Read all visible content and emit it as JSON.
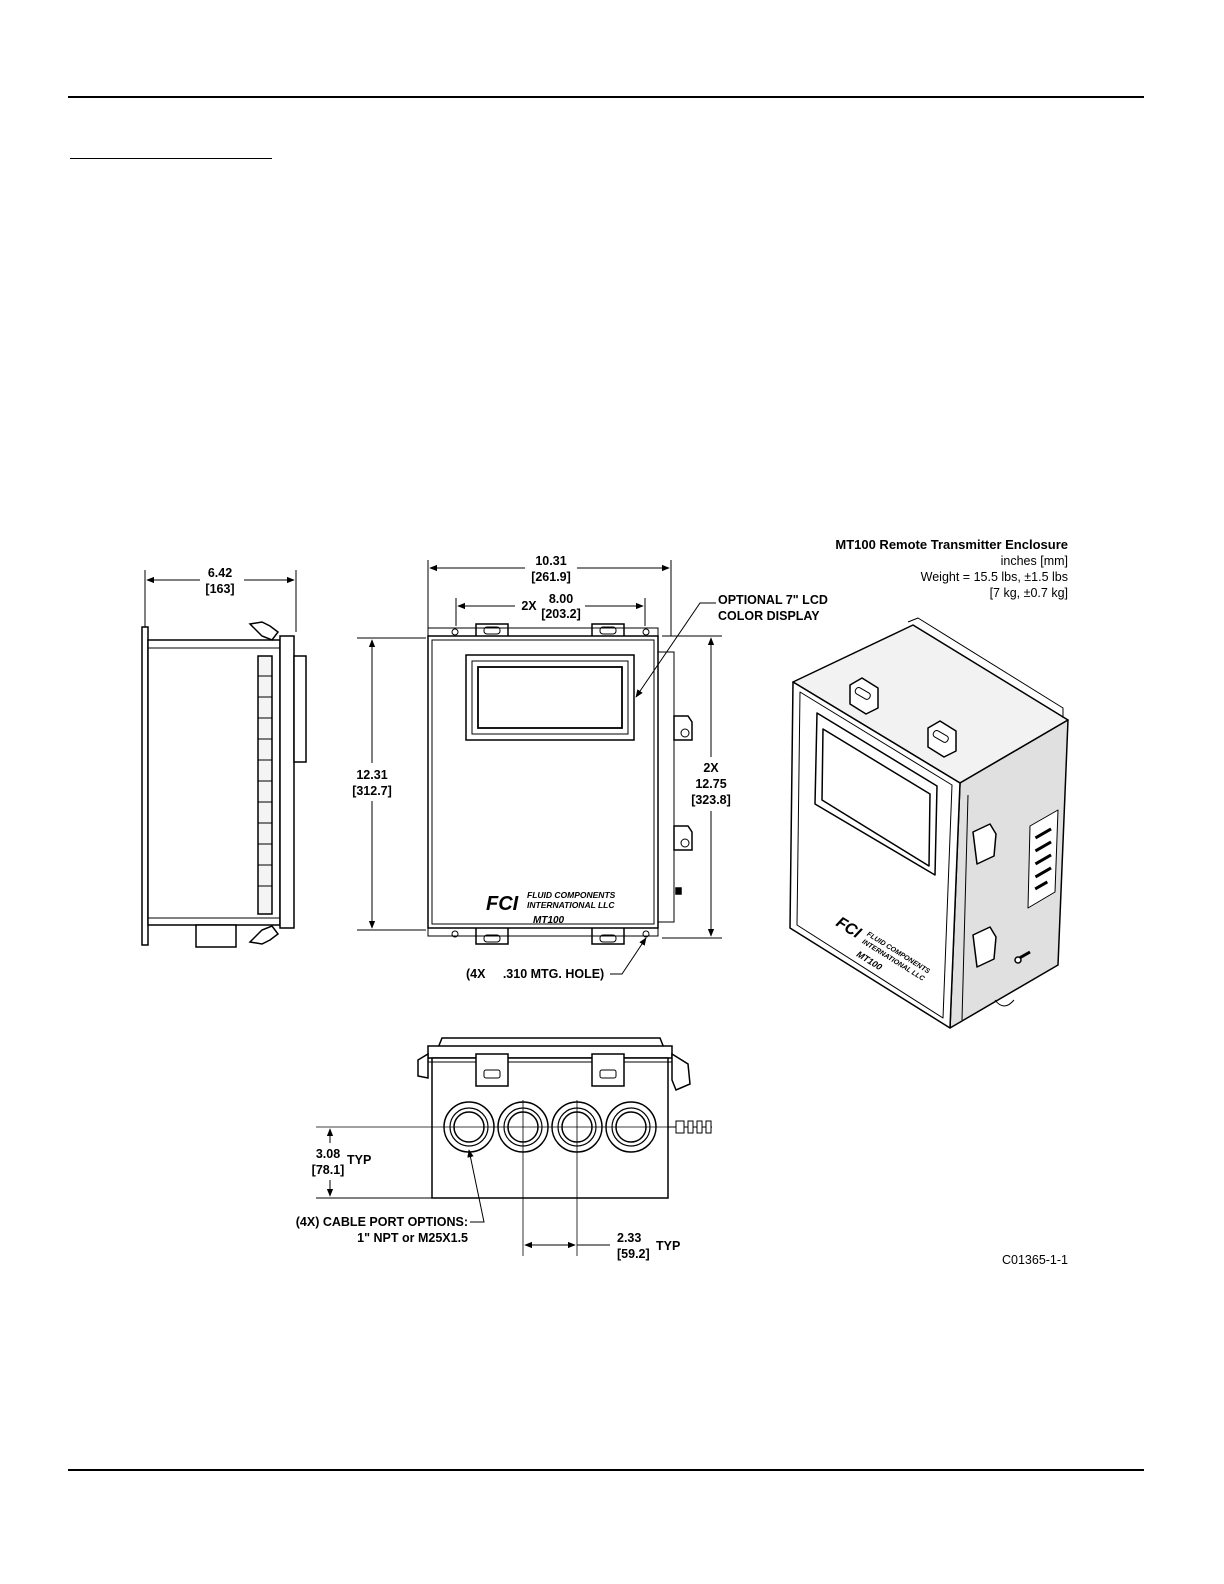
{
  "header_rule": true,
  "footer_rule": true,
  "info": {
    "title": "MT100 Remote Transmitter Enclosure",
    "units": "inches [mm]",
    "weight_lbs": "Weight = 15.5 lbs, ±1.5 lbs",
    "weight_kg": "[7 kg, ±0.7 kg]"
  },
  "side_view": {
    "depth_in": "6.42",
    "depth_mm": "[163]"
  },
  "front_view": {
    "width_in": "10.31",
    "width_mm": "[261.9]",
    "slot_count": "2X",
    "slot_in": "8.00",
    "slot_mm": "[203.2]",
    "height_in": "12.31",
    "height_mm": "[312.7]",
    "mount_count": "2X",
    "mount_in": "12.75",
    "mount_mm": "[323.8]",
    "display_note_1": "OPTIONAL 7\" LCD",
    "display_note_2": "COLOR DISPLAY",
    "hole_note": "(4X     .310 MTG. HOLE)",
    "logo_brand": "FCI",
    "logo_line1": "FLUID COMPONENTS",
    "logo_line2": "INTERNATIONAL LLC",
    "model": "MT100"
  },
  "bottom_view": {
    "port_height_in": "3.08",
    "port_height_mm": "[78.1]",
    "port_height_typ": "TYP",
    "port_pitch_in": "2.33",
    "port_pitch_mm": "[59.2]",
    "port_pitch_typ": "TYP",
    "cable_note_1": "(4X) CABLE PORT OPTIONS:",
    "cable_note_2": "1\" NPT or M25X1.5"
  },
  "drawing_number": "C01365-1-1",
  "colors": {
    "ink": "#000000",
    "paper": "#ffffff",
    "panel_shade": "#e8e8e8"
  }
}
